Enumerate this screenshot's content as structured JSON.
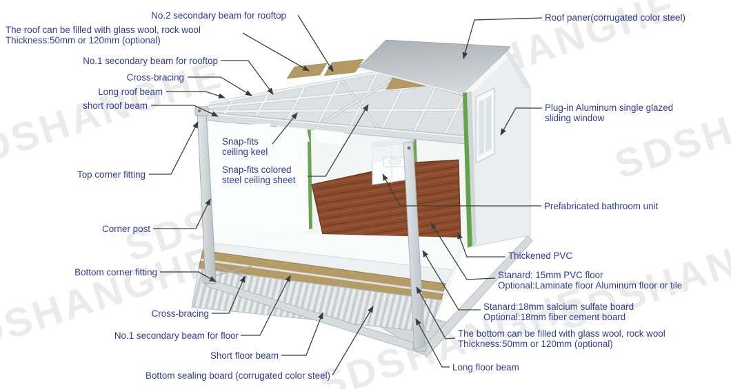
{
  "title": "Container house exploded structure diagram",
  "watermark": "SDSHANGHE",
  "colors": {
    "label_text": "#2d3b99",
    "leader_line": "#3c3c3c",
    "frame_gray": "#d6dbdd",
    "roof_panel_gray": "#b3babe",
    "wood_floor": "#8b4b2d",
    "insulation_tan": "#b59c66",
    "trim_green": "#65a24c",
    "watermark_gray": "#ebebeb"
  },
  "labels": {
    "no2_rooftop": "No.2 secondary beam for rooftop",
    "roof_fill_1": "The roof can be filled with glass wool, rock wool",
    "roof_fill_2": "Thickness:50mm or 120mm (optional)",
    "no1_rooftop": "No.1 secondary beam for rooftop",
    "cross_bracing_roof": "Cross-bracing",
    "long_roof_beam": "Long roof beam",
    "short_roof_beam": "short roof beam",
    "top_corner_fitting": "Top corner fitting",
    "snap_fits_keel_1": "Snap-fits",
    "snap_fits_keel_2": "ceiling keel",
    "snap_fits_sheet_1": "Snap-fits colored",
    "snap_fits_sheet_2": "steel ceiling sheet",
    "corner_post": "Corner post",
    "bottom_corner_fitting": "Bottom corner fitting",
    "cross_bracing_floor": "Cross-bracing",
    "no1_floor": "No.1 secondary beam for floor",
    "short_floor_beam": "Short floor beam",
    "bottom_sealing_board": "Bottom sealing board (corrugated color steel)",
    "roof_paner": "Roof paner(corrugated color steel)",
    "plugin_window_1": "Plug-in Aluminum single glazed",
    "plugin_window_2": "sliding window",
    "bathroom": "Prefabricated bathroom unit",
    "thickened_pvc": "Thickened PVC",
    "pvc_floor_1": "Stanard: 15mm PVC floor",
    "pvc_floor_2": "Optional:Laminate floor Aluminum floor or tile",
    "salcium_1": "Stanard:18mm salcium sulfate board",
    "salcium_2": "Optional:18mm fiber cement board",
    "bottom_fill_1": "The bottom can be filled with glass wool, rock wool",
    "bottom_fill_2": "Thickness:50mm or 120mm (optional)",
    "long_floor_beam": "Long floor beam"
  }
}
